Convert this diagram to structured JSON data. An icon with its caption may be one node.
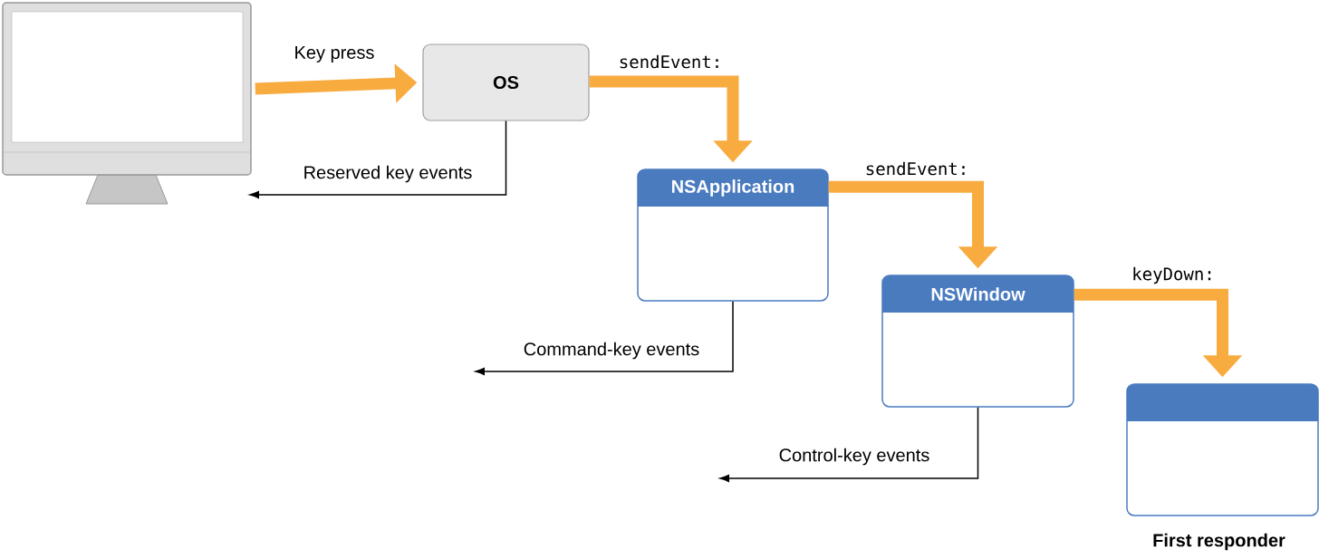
{
  "diagram": {
    "nodes": [
      {
        "text": [],
        "shape": "picture"
      },
      {
        "text": [
          "OS"
        ]
      },
      {
        "text": [
          "NSApplication"
        ]
      },
      {
        "text": [
          "NSWindow"
        ]
      },
      {
        "text": [
          "First responder"
        ]
      }
    ],
    "edges": [
      {
        "from": 0,
        "to": 1,
        "arrow": "to",
        "label": "Key press"
      },
      {
        "from": 1,
        "to": 2,
        "arrow": "to",
        "label": "sendEvent:"
      },
      {
        "from": 2,
        "to": 3,
        "arrow": "to",
        "label": "sendEvent:"
      },
      {
        "from": 3,
        "to": 4,
        "arrow": "to",
        "label": "keyDown:"
      },
      {
        "from": 1,
        "to": null,
        "arrow": "to",
        "label": "Reserved key events",
        "color": "#000000"
      },
      {
        "from": 2,
        "to": null,
        "arrow": "to",
        "label": "Command-key events",
        "color": "#000000"
      },
      {
        "from": 3,
        "to": null,
        "arrow": "to",
        "label": "Control-key events",
        "color": "#000000"
      }
    ]
  }
}
